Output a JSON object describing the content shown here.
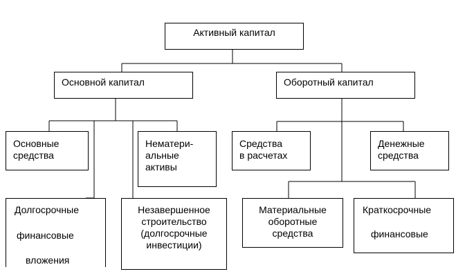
{
  "diagram": {
    "type": "hierarchy",
    "root": "Активный капитал",
    "branches": [
      {
        "label": "Основной капитал",
        "children": [
          "Основные средства",
          "Нематери-альные активы",
          "Долгосрочные финансовые вложения",
          "Незавершенное строительство (долгосрочные инвестиции)"
        ]
      },
      {
        "label": "Оборотный капитал",
        "children": [
          "Средства в расчетах",
          "Денежные средства",
          "Материальные оборотные средства",
          "Краткосрочные финансовые"
        ]
      }
    ]
  },
  "nodes": {
    "root": "Активный капитал",
    "fixed_capital": "Основной капитал",
    "working_capital": "Оборотный капитал",
    "fixed_assets": "Основные\nсредства",
    "intangible_assets": "Немате­ри-\nальные\nактивы",
    "long_term_investments_line1": "Долгосрочные",
    "long_term_investments_line2": "финансовые",
    "long_term_investments_line3": "вложения",
    "construction_in_progress": "Незавершенное\nстроительство\n(долгосрочные\nинвестиции)",
    "receivables": "Средства\nв расчетах",
    "cash": "Денежные\nсредства",
    "material_current_assets": "Материальные\nоборотные\nсредства",
    "short_term_investments_line1": "Краткосрочные",
    "short_term_investments_line2": "финансовые"
  },
  "colors": {
    "line": "#000000",
    "box_border": "#000000",
    "background": "#ffffff"
  }
}
